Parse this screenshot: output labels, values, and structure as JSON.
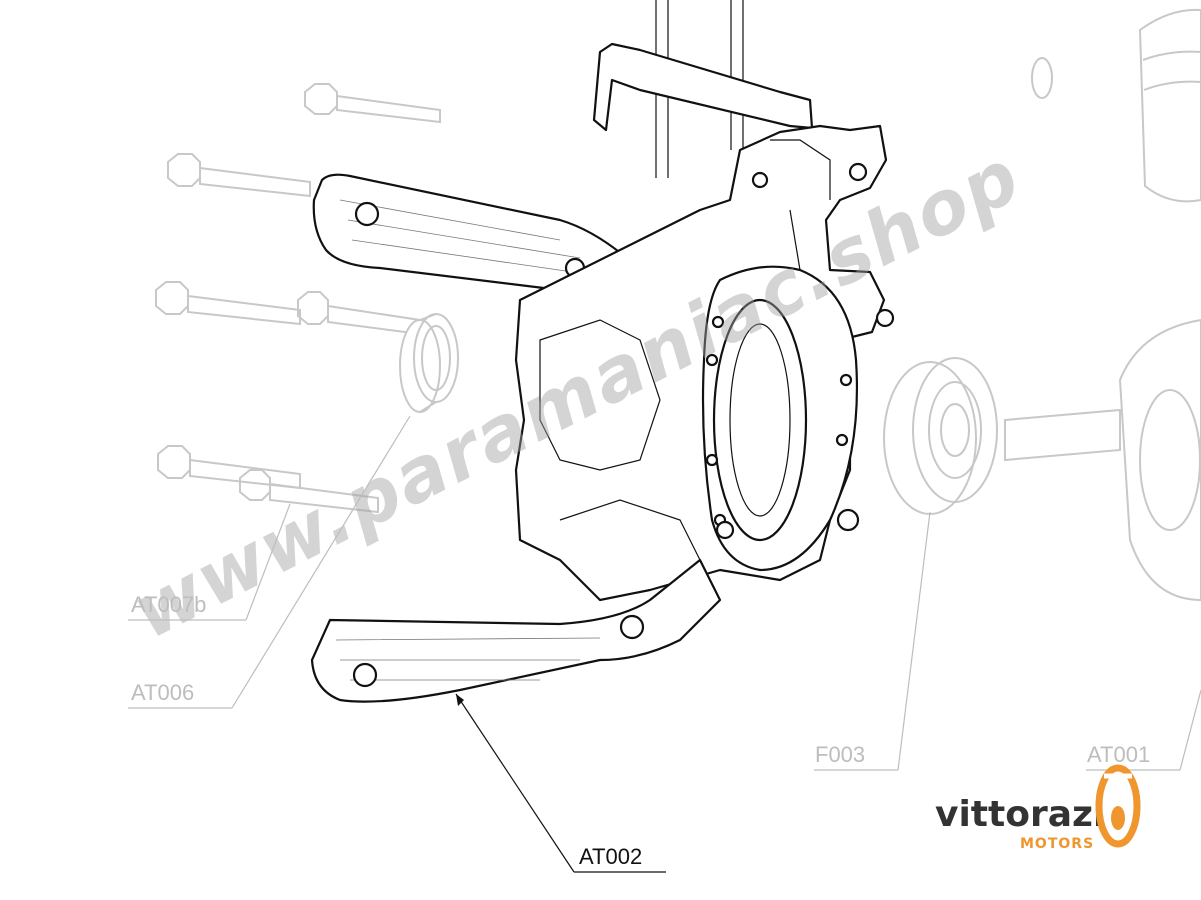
{
  "callouts": {
    "at007b": "AT007b",
    "at006": "AT006",
    "at002": "AT002",
    "f003": "F003",
    "at001": "AT001"
  },
  "watermark": "www.paramaniac.shop",
  "brand": {
    "name": "vittorazi",
    "sub": "MOTORS",
    "accent": "#f0962e"
  }
}
